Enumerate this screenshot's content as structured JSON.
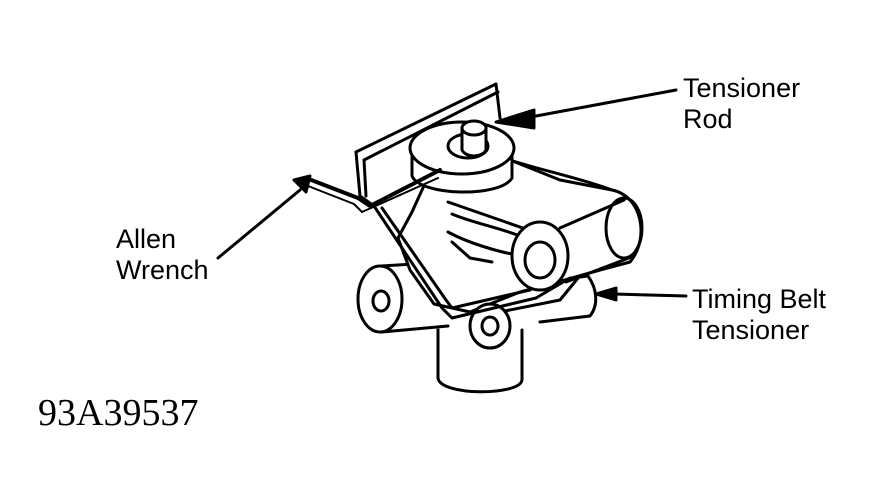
{
  "labels": {
    "tensioner_rod": [
      "Tensioner",
      "Rod"
    ],
    "allen_wrench": [
      "Allen",
      "Wrench"
    ],
    "timing_belt_tensioner": [
      "Timing Belt",
      "Tensioner"
    ]
  },
  "figure_id": "93A39537",
  "colors": {
    "ink": "#000000",
    "paper": "#ffffff"
  }
}
